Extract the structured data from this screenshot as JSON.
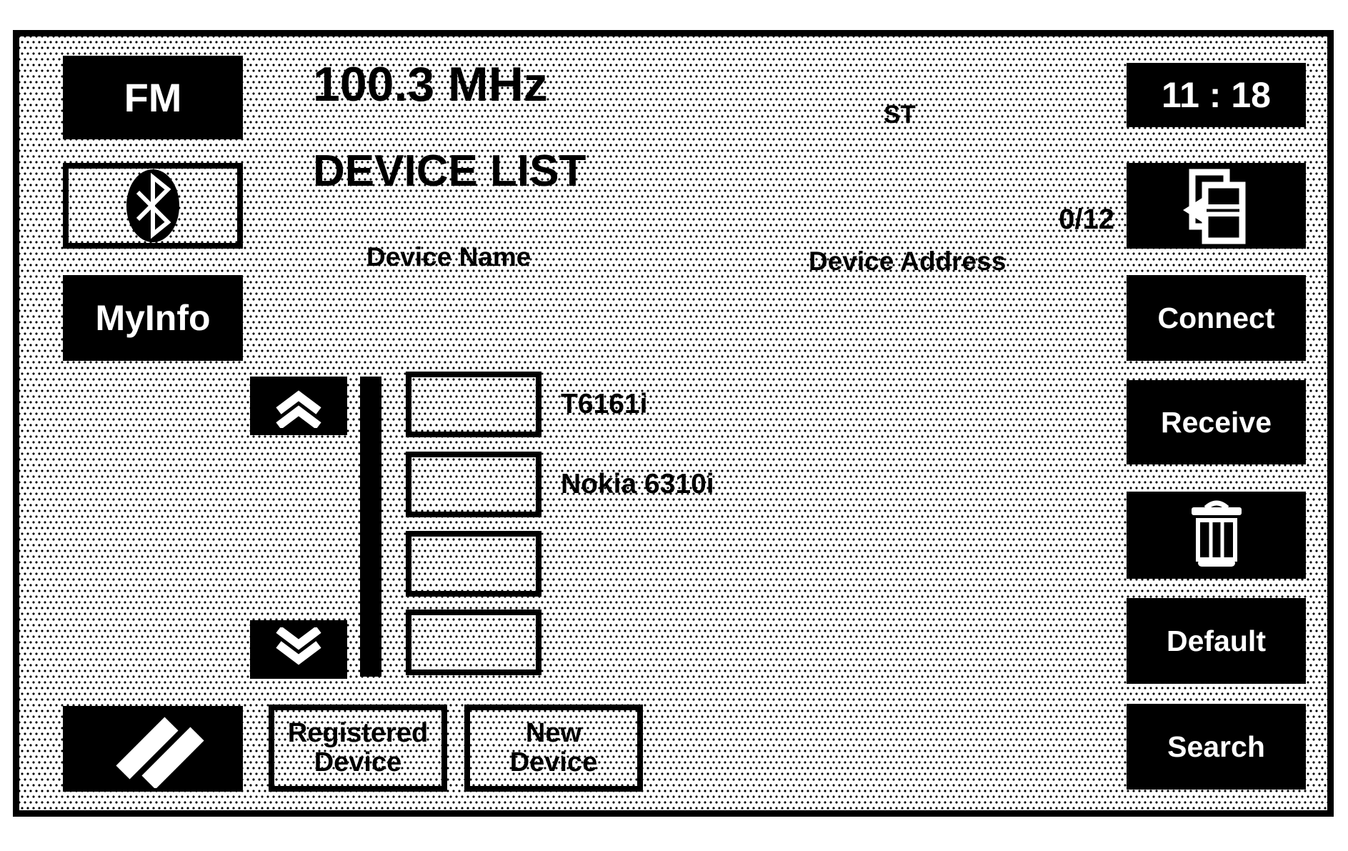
{
  "colors": {
    "foreground": "#000000",
    "background": "#ffffff"
  },
  "header": {
    "band_label": "FM",
    "frequency": "100.3 MHz",
    "stereo_indicator": "ST",
    "clock": "11 : 18"
  },
  "title": {
    "screen_title": "DEVICE LIST",
    "counter": "0/12"
  },
  "left_menu": {
    "myinfo_label": "MyInfo"
  },
  "list": {
    "name_header": "Device Name",
    "address_header": "Device Address",
    "items": [
      {
        "name": "T6161i"
      },
      {
        "name": "Nokia 6310i"
      },
      {
        "name": ""
      },
      {
        "name": ""
      }
    ]
  },
  "right_menu": {
    "connect_label": "Connect",
    "receive_label": "Receive",
    "default_label": "Default",
    "search_label": "Search"
  },
  "footer": {
    "registered_device_label": "Registered Device",
    "new_device_label": "New Device"
  },
  "icons": {
    "bluetooth": "bluetooth-icon",
    "page_back": "page-back-icon",
    "delete": "trash-icon",
    "scroll_up": "chevron-double-up-icon",
    "scroll_down": "chevron-double-down-icon",
    "return": "return-icon"
  }
}
